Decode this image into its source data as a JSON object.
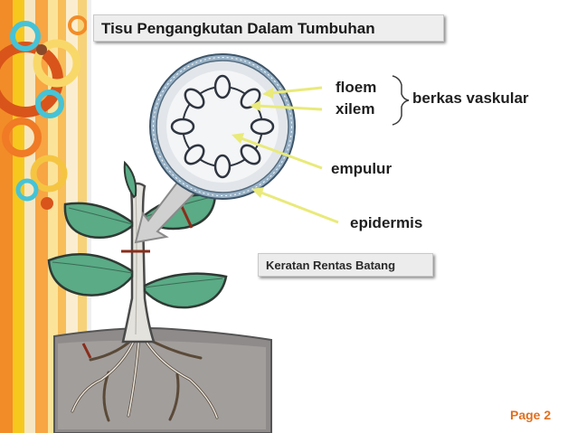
{
  "slide": {
    "title": "Tisu Pengangkutan Dalam Tumbuhan",
    "labels": {
      "floem": "floem",
      "xilem": "xilem",
      "berkas_vaskular": "berkas vaskular",
      "empulur": "empulur",
      "epidermis": "epidermis"
    },
    "caption": "Keratan Rentas Batang",
    "page": "Page 2"
  },
  "colors": {
    "orange_stripe": "#f28c28",
    "yellow_stripe": "#f6c81e",
    "cyan_ring": "#46c3d6",
    "arrow_yellow": "#e9ea7a",
    "page_number": "#e07020",
    "leaf_fill": "#5aab86",
    "stem_fill": "#e4e2dc",
    "epidermis_ring": "#9ab3c7"
  }
}
